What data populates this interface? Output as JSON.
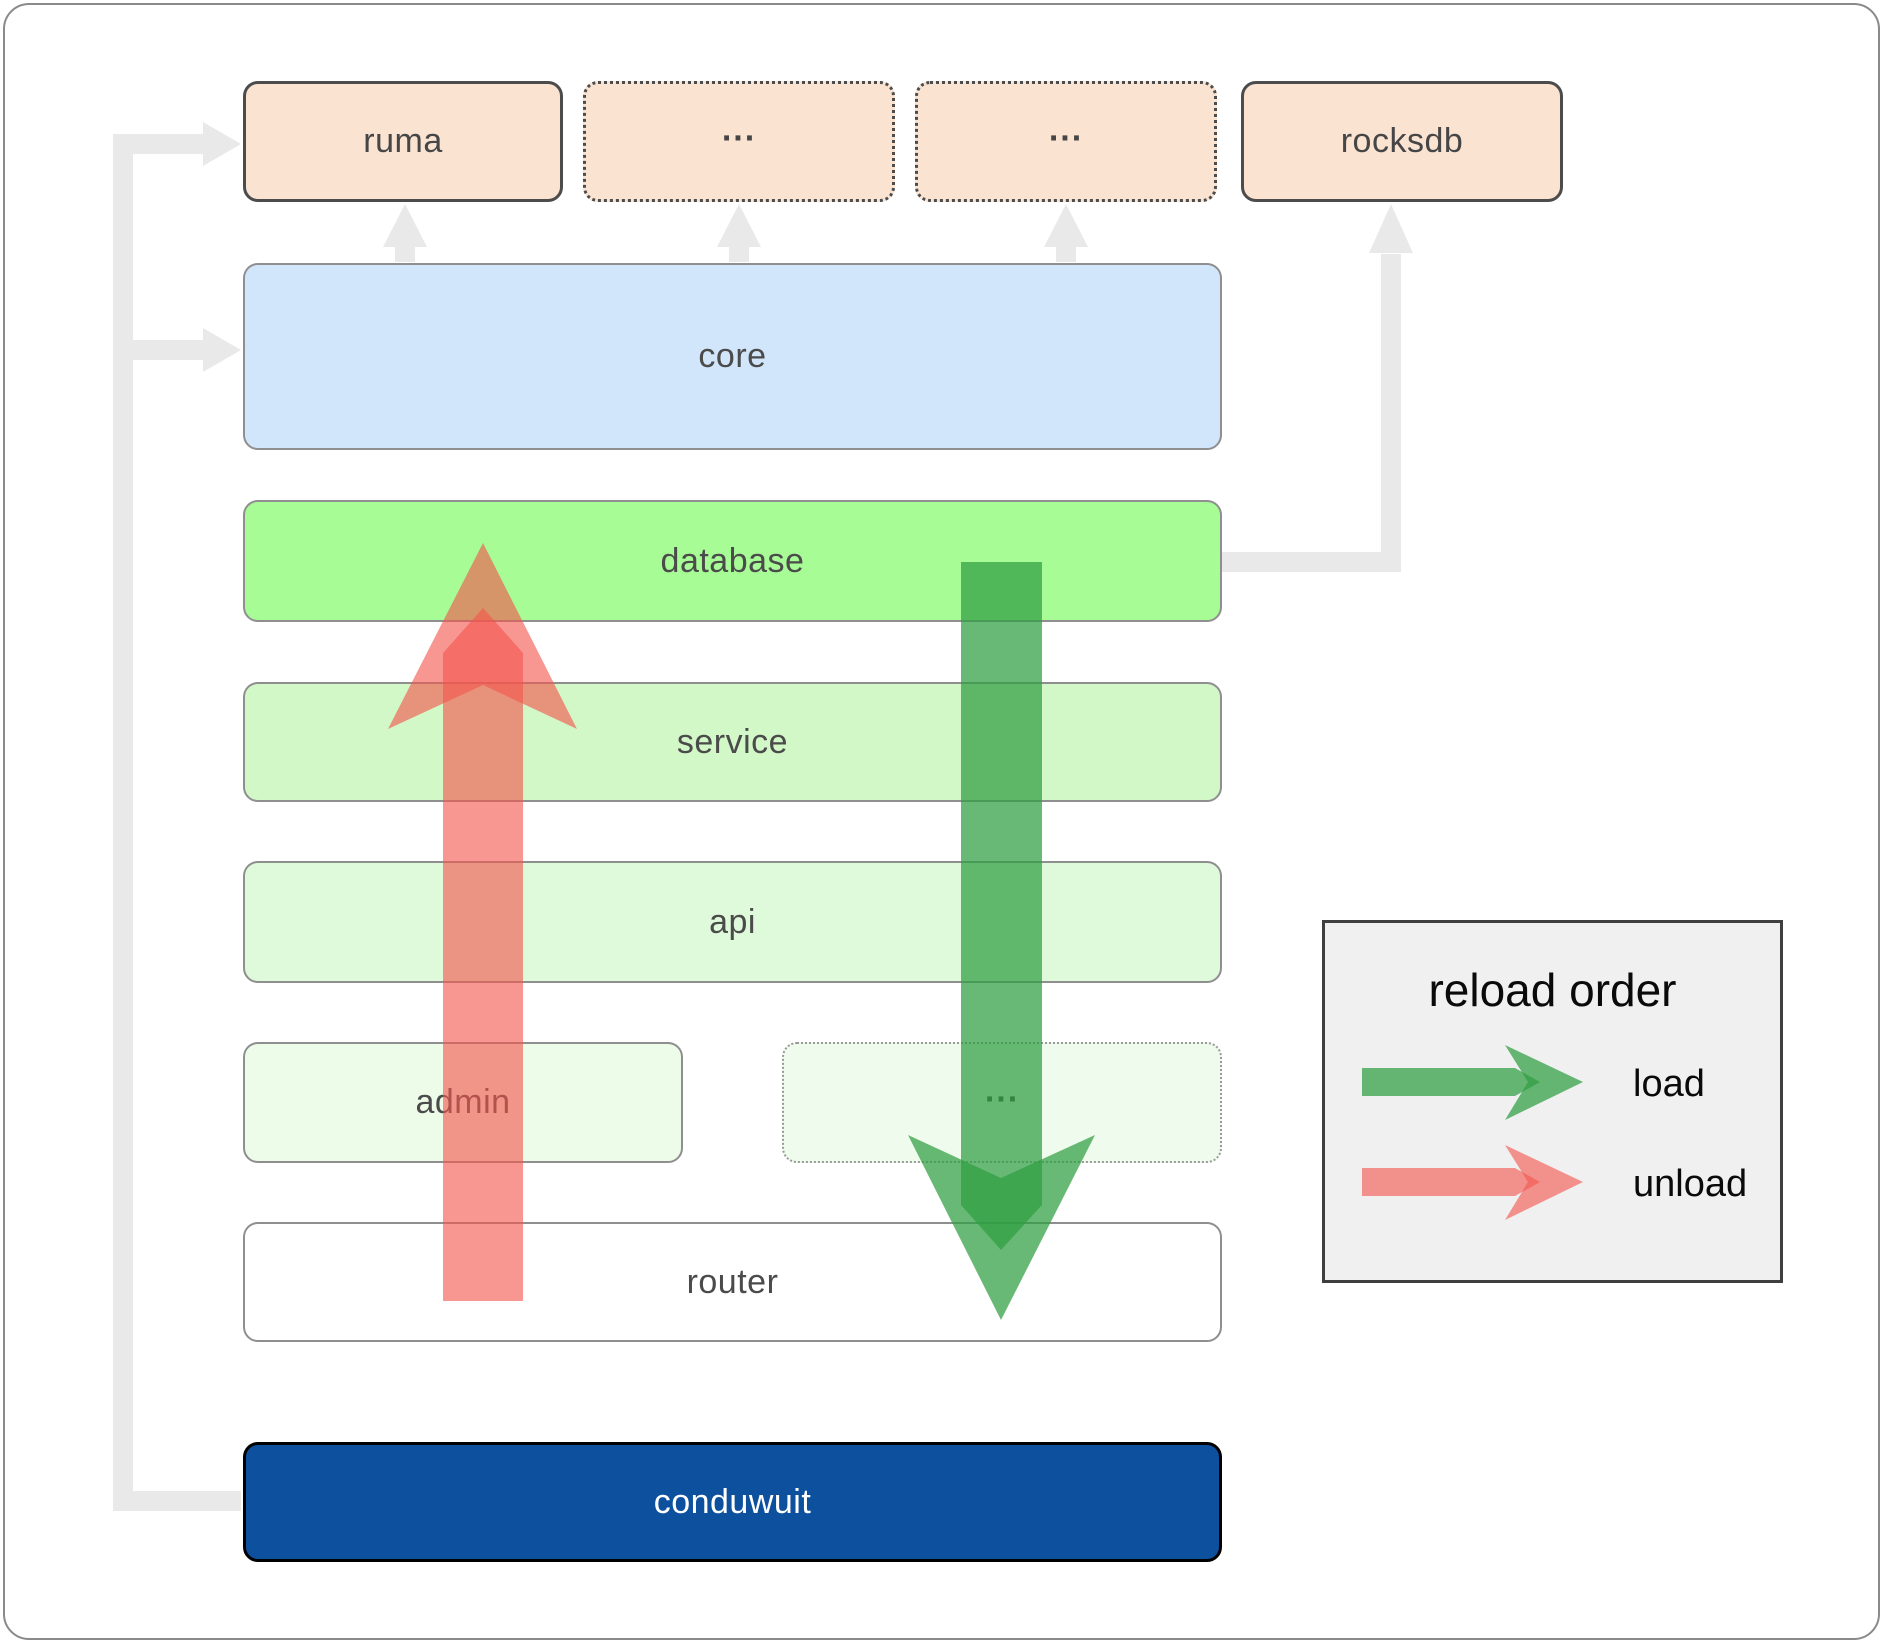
{
  "diagram": {
    "top_row": [
      {
        "label": "ruma",
        "style": "solid"
      },
      {
        "label": "...",
        "style": "dotted"
      },
      {
        "label": "...",
        "style": "dotted"
      },
      {
        "label": "rocksdb",
        "style": "solid"
      }
    ],
    "layers": [
      {
        "label": "core"
      },
      {
        "label": "database"
      },
      {
        "label": "service"
      },
      {
        "label": "api"
      }
    ],
    "admin_row": [
      {
        "label": "admin",
        "style": "solid"
      },
      {
        "label": "...",
        "style": "dotted"
      }
    ],
    "router": {
      "label": "router"
    },
    "app": {
      "label": "conduwuit"
    }
  },
  "legend": {
    "title": "reload order",
    "items": [
      {
        "label": "load"
      },
      {
        "label": "unload"
      }
    ]
  },
  "colors": {
    "load": "#2f9e41",
    "unload": "#f4564e",
    "peach": "#fbe3d2",
    "core_blue": "#d2e6fb",
    "database_green": "#a7fc96",
    "service_green": "#d2f8c8",
    "api_green": "#dffada",
    "admin_green": "#edfce9",
    "admin_dots_green": "#effbec",
    "conduwuit_blue": "#0d509e",
    "connector_gray": "#e9e9e9"
  }
}
